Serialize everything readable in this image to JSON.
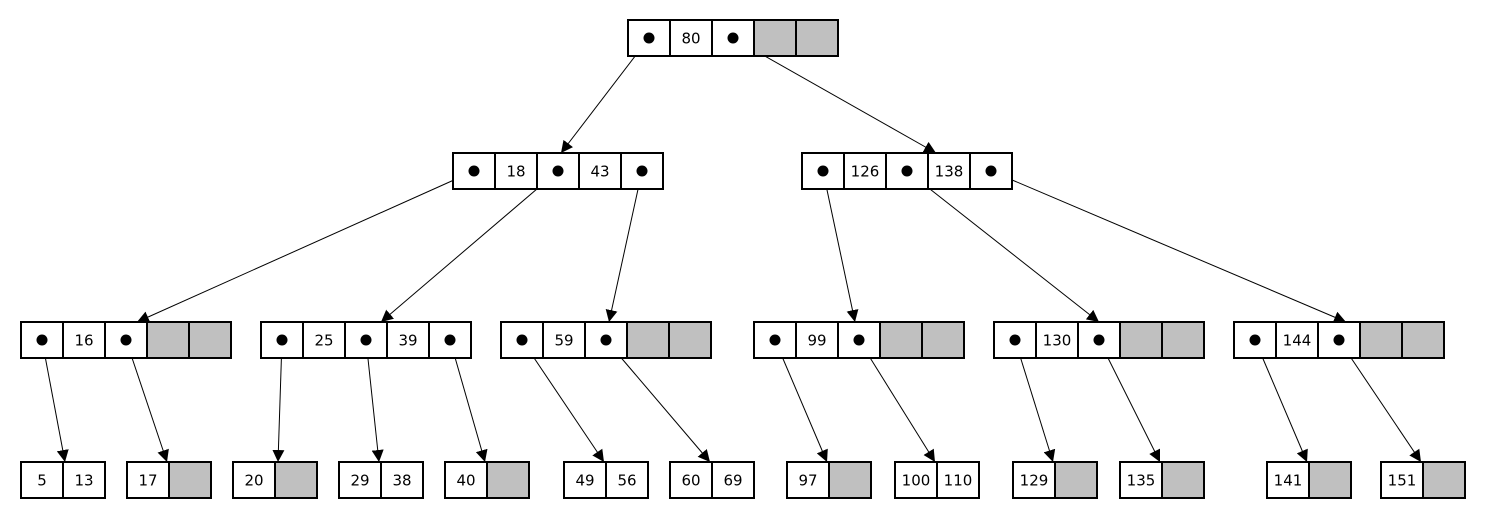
{
  "colors": {
    "background": "#ffffff",
    "stroke": "#000000",
    "empty_slot": "#c0c0c0",
    "text": "#000000"
  },
  "tree": {
    "root": {
      "id": "n80",
      "keys": [
        "80"
      ],
      "capacity": 2
    },
    "internal": [
      {
        "id": "n18_43",
        "keys": [
          "18",
          "43"
        ],
        "capacity": 2
      },
      {
        "id": "n126_138",
        "keys": [
          "126",
          "138"
        ],
        "capacity": 2
      }
    ],
    "level2": [
      {
        "id": "n16",
        "keys": [
          "16"
        ],
        "capacity": 2
      },
      {
        "id": "n25_39",
        "keys": [
          "25",
          "39"
        ],
        "capacity": 2
      },
      {
        "id": "n59",
        "keys": [
          "59"
        ],
        "capacity": 2
      },
      {
        "id": "n99",
        "keys": [
          "99"
        ],
        "capacity": 2
      },
      {
        "id": "n130",
        "keys": [
          "130"
        ],
        "capacity": 2
      },
      {
        "id": "n144",
        "keys": [
          "144"
        ],
        "capacity": 2
      }
    ],
    "leaves": [
      {
        "id": "l5_13",
        "keys": [
          "5",
          "13"
        ],
        "capacity": 2
      },
      {
        "id": "l17",
        "keys": [
          "17"
        ],
        "capacity": 2
      },
      {
        "id": "l20",
        "keys": [
          "20"
        ],
        "capacity": 2
      },
      {
        "id": "l29_38",
        "keys": [
          "29",
          "38"
        ],
        "capacity": 2
      },
      {
        "id": "l40",
        "keys": [
          "40"
        ],
        "capacity": 2
      },
      {
        "id": "l49_56",
        "keys": [
          "49",
          "56"
        ],
        "capacity": 2
      },
      {
        "id": "l60_69",
        "keys": [
          "60",
          "69"
        ],
        "capacity": 2
      },
      {
        "id": "l97",
        "keys": [
          "97"
        ],
        "capacity": 2
      },
      {
        "id": "l100_110",
        "keys": [
          "100",
          "110"
        ],
        "capacity": 2
      },
      {
        "id": "l129",
        "keys": [
          "129"
        ],
        "capacity": 2
      },
      {
        "id": "l135",
        "keys": [
          "135"
        ],
        "capacity": 2
      },
      {
        "id": "l141",
        "keys": [
          "141"
        ],
        "capacity": 2
      },
      {
        "id": "l151",
        "keys": [
          "151"
        ],
        "capacity": 2
      }
    ],
    "edges": [
      {
        "from": "n80",
        "ptr": 0,
        "to": "n18_43"
      },
      {
        "from": "n80",
        "ptr": 1,
        "to": "n126_138"
      },
      {
        "from": "n18_43",
        "ptr": 0,
        "to": "n16"
      },
      {
        "from": "n18_43",
        "ptr": 1,
        "to": "n25_39"
      },
      {
        "from": "n18_43",
        "ptr": 2,
        "to": "n59"
      },
      {
        "from": "n126_138",
        "ptr": 0,
        "to": "n99"
      },
      {
        "from": "n126_138",
        "ptr": 1,
        "to": "n130"
      },
      {
        "from": "n126_138",
        "ptr": 2,
        "to": "n144"
      },
      {
        "from": "n16",
        "ptr": 0,
        "to": "l5_13"
      },
      {
        "from": "n16",
        "ptr": 1,
        "to": "l17"
      },
      {
        "from": "n25_39",
        "ptr": 0,
        "to": "l20"
      },
      {
        "from": "n25_39",
        "ptr": 1,
        "to": "l29_38"
      },
      {
        "from": "n25_39",
        "ptr": 2,
        "to": "l40"
      },
      {
        "from": "n59",
        "ptr": 0,
        "to": "l49_56"
      },
      {
        "from": "n59",
        "ptr": 1,
        "to": "l60_69"
      },
      {
        "from": "n99",
        "ptr": 0,
        "to": "l97"
      },
      {
        "from": "n99",
        "ptr": 1,
        "to": "l100_110"
      },
      {
        "from": "n130",
        "ptr": 0,
        "to": "l129"
      },
      {
        "from": "n130",
        "ptr": 1,
        "to": "l135"
      },
      {
        "from": "n144",
        "ptr": 0,
        "to": "l141"
      },
      {
        "from": "n144",
        "ptr": 1,
        "to": "l151"
      }
    ]
  }
}
